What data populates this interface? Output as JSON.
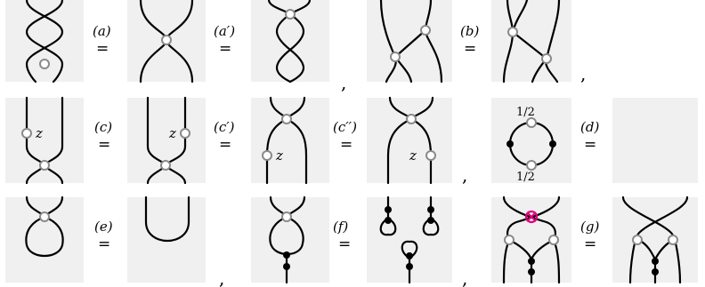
{
  "rows": [
    {
      "relations": [
        {
          "label": "(a)"
        },
        {
          "label": "(a′)"
        },
        {
          "label": "(b)"
        }
      ]
    },
    {
      "relations": [
        {
          "label": "(c)"
        },
        {
          "label": "(c′)"
        },
        {
          "label": "(c′′)"
        },
        {
          "label": "(d)"
        }
      ],
      "vertex_labels": {
        "z_left": "z",
        "z_right": "z",
        "half_top": "1/2",
        "half_bottom": "1/2"
      }
    },
    {
      "relations": [
        {
          "label": "(e)"
        },
        {
          "label": "(f)"
        },
        {
          "label": "(g)"
        }
      ]
    }
  ],
  "equals_symbol": "=",
  "separator": ",",
  "colors": {
    "panel": "#f0f0f0",
    "stroke": "#000000",
    "open_vertex_stroke": "#888888",
    "highlight_circle": "#e0007a"
  }
}
